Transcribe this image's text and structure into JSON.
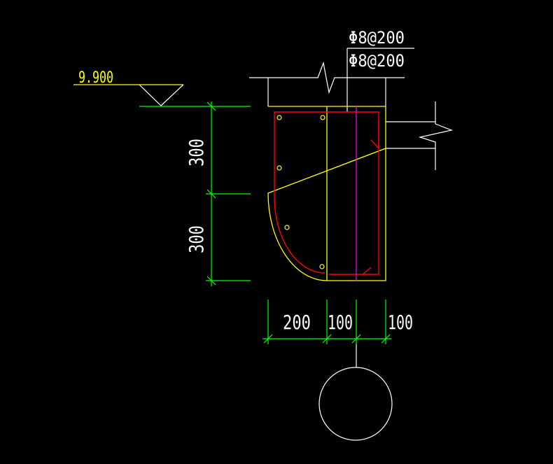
{
  "colors": {
    "background": "#000000",
    "outline": "#ffffff",
    "concrete": "#ffff00",
    "rebar": "#ff0000",
    "centerline": "#ff00ff",
    "dimension": "#00ff00",
    "level_text": "#ffff00",
    "dimension_text": "#ffffff"
  },
  "level": {
    "elevation": "9.900"
  },
  "rebar_notes": {
    "top": "Φ8@200",
    "bottom": "Φ8@200"
  },
  "dimensions": {
    "vertical": [
      "300",
      "300"
    ],
    "horizontal": [
      "200",
      "100",
      "100"
    ]
  }
}
